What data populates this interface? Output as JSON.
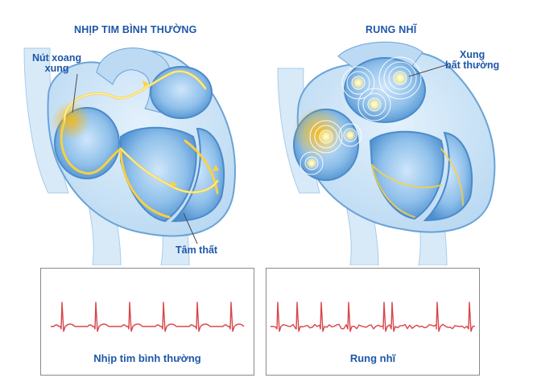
{
  "normal": {
    "title": "NHỊP TIM BÌNH THƯỜNG",
    "sinus_node_label": "Nút xoang\nxung",
    "ventricle_label": "Tâm thất",
    "ecg_caption": "Nhịp tim bình thường"
  },
  "afib": {
    "title": "RUNG NHĨ",
    "abnormal_impulse_label": "Xung\nbất thường",
    "ecg_caption": "Rung nhĩ"
  },
  "colors": {
    "title_blue": "#1f57a8",
    "ecg_red": "#d9454a",
    "impulse_yellow": "#ffd23a",
    "tissue_blue": "#7fb6e6"
  }
}
